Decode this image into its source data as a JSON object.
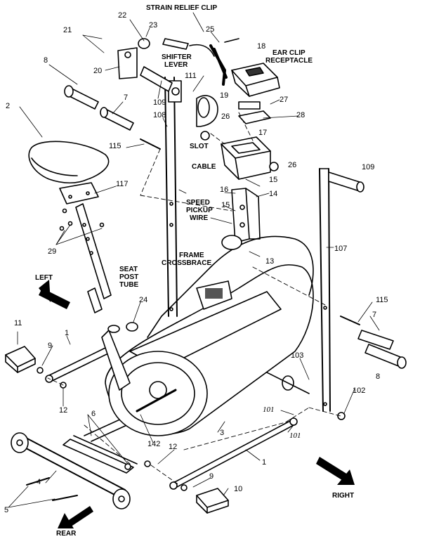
{
  "callouts": {
    "strain_relief_clip": "STRAIN RELIEF CLIP",
    "ear_clip_receptacle": [
      "EAR CLIP",
      "RECEPTACLE"
    ],
    "shifter_lever": [
      "SHIFTER",
      "LEVER"
    ],
    "slot": "SLOT",
    "cable": "CABLE",
    "speed_pickup_wire": [
      "SPEED",
      "PICKUP",
      "WIRE"
    ],
    "frame_crossbrace": [
      "FRAME",
      "CROSSBRACE"
    ],
    "seat_post_tube": [
      "SEAT",
      "POST",
      "TUBE"
    ],
    "left": "LEFT",
    "right": "RIGHT",
    "rear": "REAR"
  },
  "part_numbers": {
    "p22": "22",
    "p23": "23",
    "p25": "25",
    "p21": "21",
    "p20": "20",
    "p18": "18",
    "p8a": "8",
    "p111": "111",
    "p19": "19",
    "p109a": "109",
    "p27": "27",
    "p2": "2",
    "p7a": "7",
    "p108": "108",
    "p28": "28",
    "p26a": "26",
    "p17": "17",
    "p115a": "115",
    "p26b": "26",
    "p109b": "109",
    "p117": "117",
    "p15a": "15",
    "p16": "16",
    "p14": "14",
    "p15b": "15",
    "p29": "29",
    "p13": "13",
    "p107": "107",
    "p24": "24",
    "p115b": "115",
    "p7b": "7",
    "p11": "11",
    "p1a": "1",
    "p9a": "9",
    "p103": "103",
    "p8b": "8",
    "p12a": "12",
    "p102": "102",
    "p101a": "101",
    "p101b": "101",
    "p6": "6",
    "p3": "3",
    "p12b": "12",
    "p142": "142",
    "p1b": "1",
    "p4": "4",
    "p9b": "9",
    "p10": "10",
    "p5": "5"
  }
}
